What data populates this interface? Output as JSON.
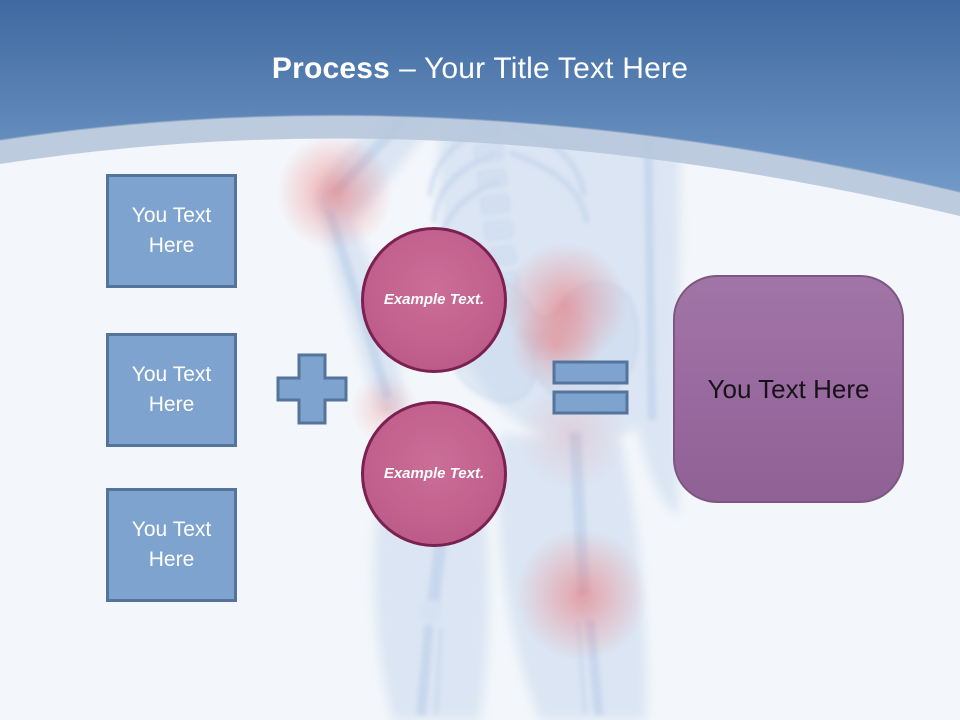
{
  "title": {
    "highlight": "Process",
    "rest": "– Your Title Text Here"
  },
  "input_boxes": [
    {
      "label": "You Text Here"
    },
    {
      "label": "You Text Here"
    },
    {
      "label": "You Text Here"
    }
  ],
  "operators": [
    {
      "name": "plus-icon",
      "glyph": "+"
    },
    {
      "name": "equals-icon",
      "glyph": "="
    }
  ],
  "example_circles": [
    {
      "label": "Example Text."
    },
    {
      "label": "Example Text."
    }
  ],
  "result_box": {
    "label": "You Text Here"
  },
  "background_figure": "transparent-human-anatomy-with-red-inflamed-joints",
  "colors": {
    "background": "#f3f6fa",
    "header_top": "#3f69a0",
    "header_bottom": "#7299c7",
    "band": "#b7c7dc",
    "box_fill": "#7ea3cf",
    "box_border": "#54749c",
    "circle_fill": "#c2618d",
    "circle_border": "#7b2152",
    "result_fill": "#9a6ba0",
    "result_border": "#7e5682",
    "glow_red": "#ee5f5f",
    "body_blue": "#b6cce8"
  }
}
